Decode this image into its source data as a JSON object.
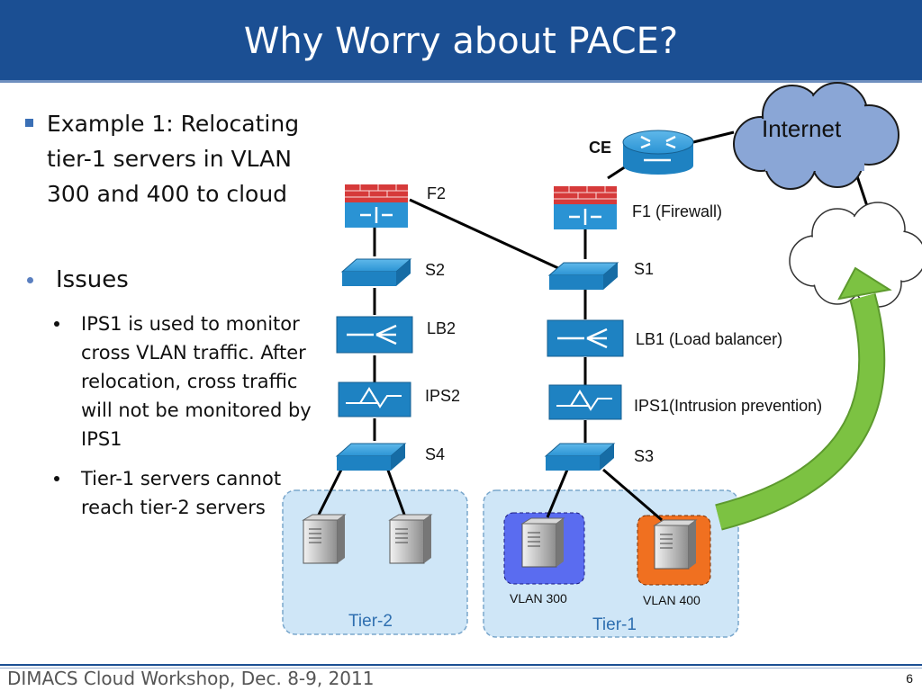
{
  "slide": {
    "title": "Why Worry about PACE?",
    "bullets": [
      "Example 1: Relocating tier-1 servers in VLAN 300 and 400 to cloud",
      "Issues",
      "IPS1 is used to monitor cross VLAN traffic. After relocation,  cross traffic will not be monitored by IPS1",
      "Tier-1 servers cannot reach tier-2 servers"
    ],
    "footer": "DIMACS Cloud Workshop, Dec. 8-9, 2011",
    "page_number": "6"
  },
  "diagram": {
    "internet_label": "Internet",
    "ce_label": "CE",
    "devices": {
      "f2": "F2",
      "f1": "F1 (Firewall)",
      "s2": "S2",
      "s1": "S1",
      "lb2": "LB2",
      "lb1": "LB1 (Load balancer)",
      "ips2": "IPS2",
      "ips1": "IPS1(Intrusion prevention)",
      "s4": "S4",
      "s3": "S3"
    },
    "tiers": {
      "tier2": "Tier-2",
      "tier1": "Tier-1"
    },
    "vlans": {
      "vlan300": "VLAN 300",
      "vlan400": "VLAN 400"
    },
    "colors": {
      "title_bar": "#1b4f93",
      "device_blue": "#1e8fd0",
      "firewall_red": "#d63a3a",
      "internet_cloud": "#8aa6d6",
      "tier_box": "#cfe6f7",
      "vlan300": "#5a6cf0",
      "vlan400": "#f07020",
      "arrow_green": "#7cc242"
    },
    "icons": [
      "router-icon",
      "firewall-icon",
      "switch-icon",
      "load-balancer-icon",
      "ips-icon",
      "server-icon",
      "cloud-icon"
    ]
  }
}
